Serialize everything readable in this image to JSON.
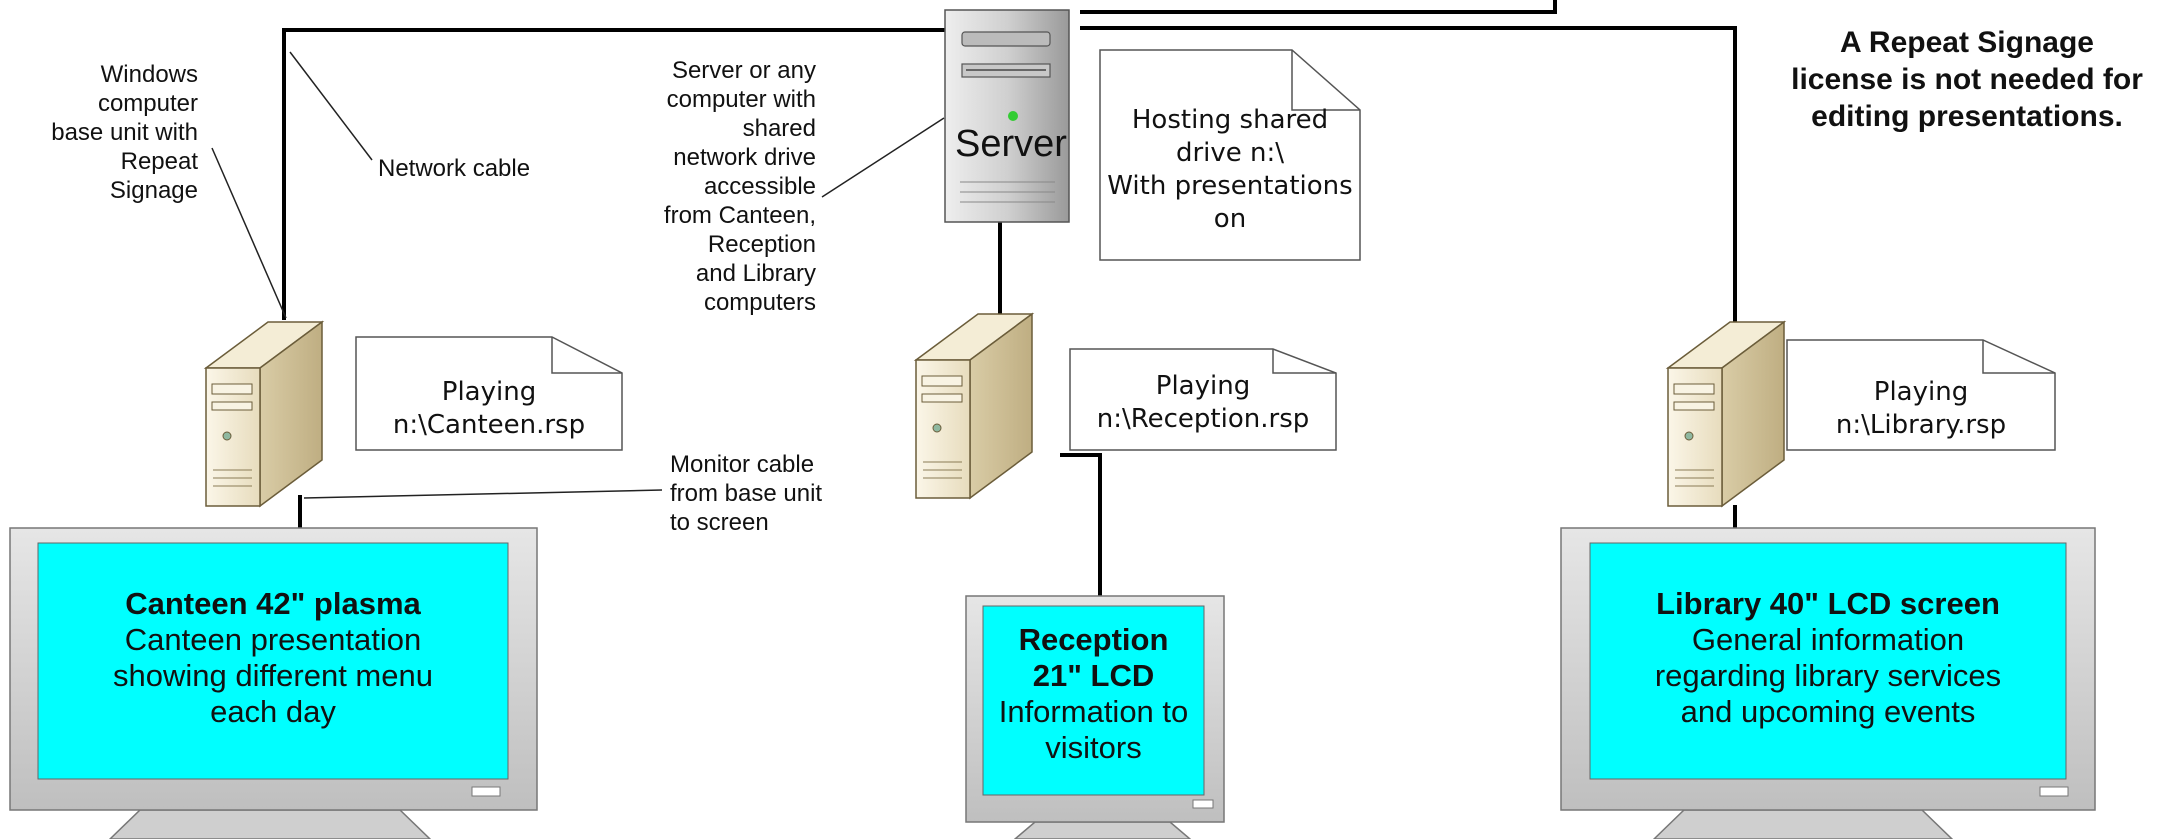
{
  "labels": {
    "windows_computer": [
      "Windows",
      "computer",
      "base unit with",
      "Repeat",
      "Signage"
    ],
    "network_cable": "Network cable",
    "server_desc": [
      "Server or any",
      "computer with",
      "shared",
      "network drive",
      "accessible",
      "from Canteen,",
      "Reception",
      "and Library",
      "computers"
    ],
    "monitor_cable": [
      "Monitor cable",
      "from base unit",
      "to screen"
    ],
    "license_note": [
      "A Repeat Signage",
      "license is not needed for",
      "editing presentations."
    ]
  },
  "server": {
    "label": "Server",
    "note": [
      "Hosting shared",
      "drive n:\\",
      "With presentations",
      "on"
    ]
  },
  "computers": {
    "canteen_note": [
      "Playing",
      "n:\\Canteen.rsp"
    ],
    "reception_note": [
      "Playing",
      "n:\\Reception.rsp"
    ],
    "library_note": [
      "Playing",
      "n:\\Library.rsp"
    ]
  },
  "screens": {
    "canteen": {
      "title": "Canteen 42\" plasma",
      "body": [
        "Canteen presentation",
        "showing different menu",
        "each day"
      ]
    },
    "reception": {
      "title": [
        "Reception",
        "21\" LCD"
      ],
      "body": [
        "Information to",
        "visitors"
      ]
    },
    "library": {
      "title": "Library 40\" LCD screen",
      "body": [
        "General information",
        "regarding library services",
        "and upcoming events"
      ]
    }
  },
  "colors": {
    "screen": "#00ffff",
    "bezel": "#d4d4d4",
    "server_body": "#d8d8d8",
    "computer_body": "#efe6cc",
    "led": "#33cc33"
  }
}
